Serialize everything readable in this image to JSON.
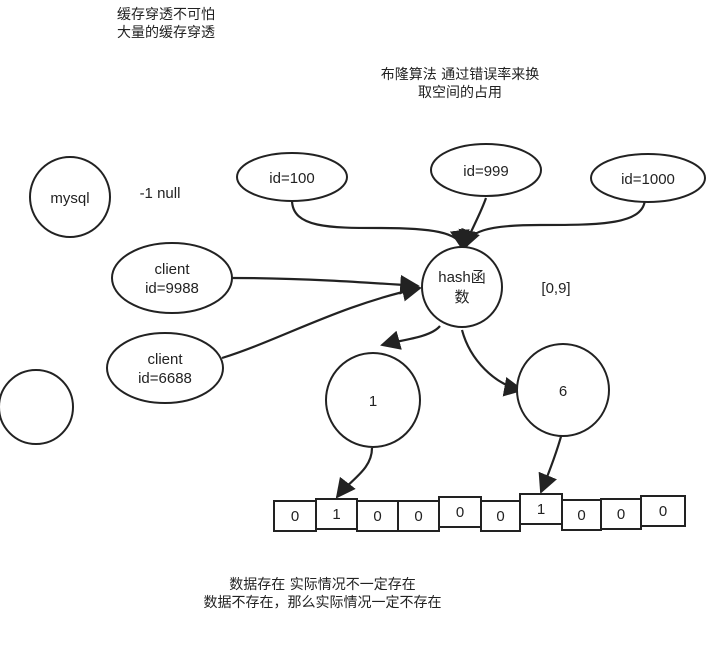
{
  "notes": {
    "top_title_line1": "缓存穿透不可怕",
    "top_title_line2": "大量的缓存穿透",
    "bloom_line1": "布隆算法 通过错误率来换",
    "bloom_line2": "取空间的占用",
    "bottom_line1": "数据存在  实际情况不一定存在",
    "bottom_line2": "数据不存在，那么实际情况一定不存在"
  },
  "nodes": {
    "mysql": "mysql",
    "mysql_note": "-1 null",
    "id100": "id=100",
    "id999": "id=999",
    "id1000": "id=1000",
    "client1_line1": "client",
    "client1_line2": "id=9988",
    "client2_line1": "client",
    "client2_line2": "id=6688",
    "hash_line1": "hash函",
    "hash_line2": "数",
    "range": "[0,9]",
    "bucket1": "1",
    "bucket6": "6"
  },
  "bit_array": [
    "0",
    "1",
    "0",
    "0",
    "0",
    "0",
    "1",
    "0",
    "0",
    "0"
  ]
}
